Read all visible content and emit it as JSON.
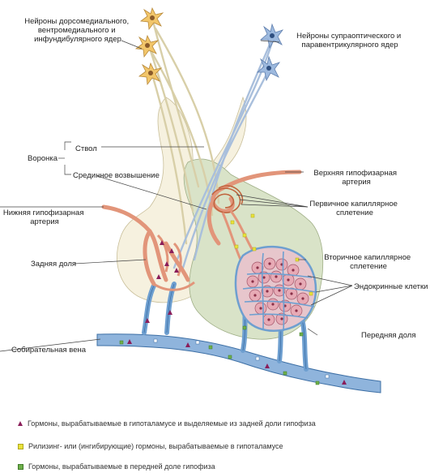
{
  "labels": {
    "dorsomedial_neurons": [
      "Нейроны дорсомедиального,",
      "вентромедиального и",
      "инфундибулярного ядер"
    ],
    "supraoptic_neurons": [
      "Нейроны супраоптического и",
      "паравентрикулярного ядер"
    ],
    "infundibulum": "Воронка",
    "stalk": "Ствол",
    "median_eminence": "Срединное возвышение",
    "superior_artery": [
      "Верхняя гипофизарная",
      "артерия"
    ],
    "primary_plexus": [
      "Первичное капиллярное",
      "сплетение"
    ],
    "inferior_artery": [
      "Нижняя гипофизарная",
      "артерия"
    ],
    "posterior_lobe": "Задняя доля",
    "secondary_plexus": [
      "Вторичное капиллярное",
      "сплетение"
    ],
    "endocrine_cells": "Эндокринные клетки",
    "collecting_vein": "Собирательная вена",
    "anterior_lobe": "Передняя доля"
  },
  "legend": [
    {
      "marker": "triangle-icon",
      "color": "#8a1e5a",
      "text": "Гормоны, вырабатываемые в гипоталамусе и выделяемые из задней доли гипофиза"
    },
    {
      "marker": "yellow-square-icon",
      "color": "#e8e23a",
      "text": "Рилизинг- или (ингибирующие) гормоны, вырабатываемые в гипоталамусе"
    },
    {
      "marker": "green-square-icon",
      "color": "#6fb04a",
      "text": "Гормоны, вырабатываемые в передней доле гипофиза"
    }
  ],
  "colors": {
    "artery": "#e2957a",
    "artery_dark": "#b86a50",
    "vein": "#6e9fd0",
    "vein_dark": "#3d6fa5",
    "posterior_tissue": "#f6f1df",
    "anterior_tissue": "#d9e3c8",
    "neuron_orange": "#f2c66a",
    "neuron_blue": "#9db9de",
    "cell_pink": "#e7aab5"
  }
}
